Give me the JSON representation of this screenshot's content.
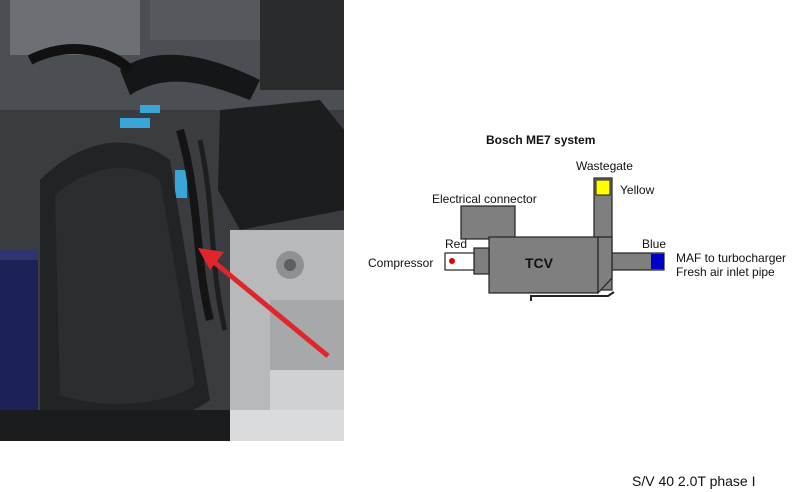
{
  "diagram": {
    "title": "Bosch ME7 system",
    "component_label": "TCV",
    "labels": {
      "wastegate": "Wastegate",
      "yellow": "Yellow",
      "electrical_connector": "Electrical connector",
      "red": "Red",
      "compressor": "Compressor",
      "blue": "Blue",
      "maf_line1": "MAF to turbocharger",
      "maf_line2": "Fresh air inlet pipe"
    },
    "colors": {
      "body": "#7f7f7f",
      "outline": "#222222",
      "yellow_port": "#ffff00",
      "blue_port": "#0000cc",
      "red_port": "#e00000"
    }
  },
  "caption": "S/V 40 2.0T phase I",
  "photo": {
    "subject": "engine bay photograph",
    "arrow_color": "#e0262a"
  }
}
